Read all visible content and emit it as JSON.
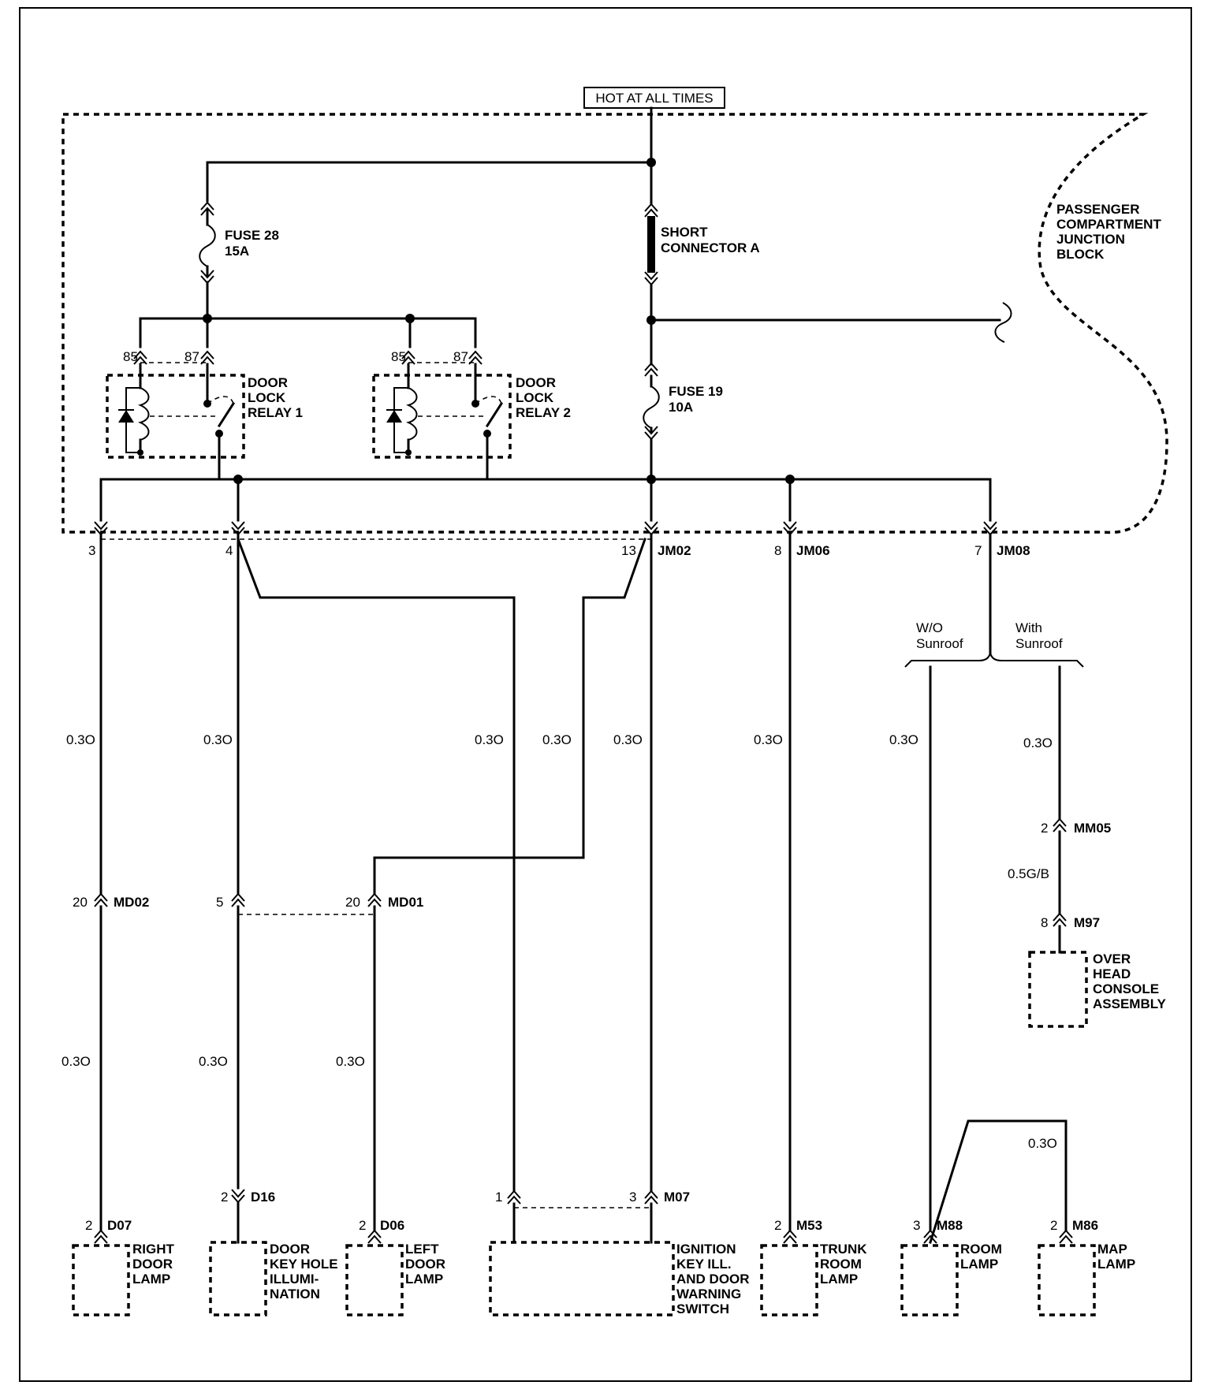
{
  "header": {
    "hot_label": "HOT AT ALL TIMES"
  },
  "junction_block": {
    "label": [
      "PASSENGER",
      "COMPARTMENT",
      "JUNCTION",
      "BLOCK"
    ]
  },
  "fuse28": {
    "name": "FUSE 28",
    "rating": "15A"
  },
  "fuse19": {
    "name": "FUSE 19",
    "rating": "10A"
  },
  "short_connector": {
    "line1": "SHORT",
    "line2": "CONNECTOR A"
  },
  "relay1": {
    "label": [
      "DOOR",
      "LOCK",
      "RELAY 1"
    ],
    "pin_a": "85",
    "pin_b": "87"
  },
  "relay2": {
    "label": [
      "DOOR",
      "LOCK",
      "RELAY 2"
    ],
    "pin_a": "85",
    "pin_b": "87"
  },
  "jb_pins": {
    "p3": "3",
    "p4": "4",
    "p13": "13",
    "p8": "8",
    "p7": "7"
  },
  "connectors": {
    "jm02": "JM02",
    "jm06": "JM06",
    "jm08": "JM08",
    "md02": "MD02",
    "md02_pin": "20",
    "md01": "MD01",
    "md01_pin": "20",
    "md_pin5": "5",
    "mm05": "MM05",
    "mm05_pin": "2",
    "m97": "M97",
    "m97_pin": "8",
    "d16": "D16",
    "d16_pin": "2",
    "m07": "M07",
    "m07_pin1": "1",
    "m07_pin3": "3"
  },
  "sunroof": {
    "without": [
      "W/O",
      "Sunroof"
    ],
    "with": [
      "With",
      "Sunroof"
    ]
  },
  "wire_labels": {
    "std": "0.3O",
    "green_black": "0.5G/B"
  },
  "components": {
    "right_door_lamp": {
      "pin": "2",
      "conn": "D07",
      "label": [
        "RIGHT",
        "DOOR",
        "LAMP"
      ]
    },
    "door_key_hole": {
      "label": [
        "DOOR",
        "KEY HOLE",
        "ILLUMI-",
        "NATION"
      ]
    },
    "left_door_lamp": {
      "pin": "2",
      "conn": "D06",
      "label": [
        "LEFT",
        "DOOR",
        "LAMP"
      ]
    },
    "ignition_switch": {
      "label": [
        "IGNITION",
        "KEY ILL.",
        "AND DOOR",
        "WARNING",
        "SWITCH"
      ]
    },
    "trunk_room_lamp": {
      "pin": "2",
      "conn": "M53",
      "label": [
        "TRUNK",
        "ROOM",
        "LAMP"
      ]
    },
    "room_lamp": {
      "pin": "3",
      "conn": "M88",
      "label": [
        "ROOM",
        "LAMP"
      ]
    },
    "map_lamp": {
      "pin": "2",
      "conn": "M86",
      "label": [
        "MAP",
        "LAMP"
      ]
    },
    "overhead_console": {
      "label": [
        "OVER",
        "HEAD",
        "CONSOLE",
        "ASSEMBLY"
      ]
    }
  }
}
